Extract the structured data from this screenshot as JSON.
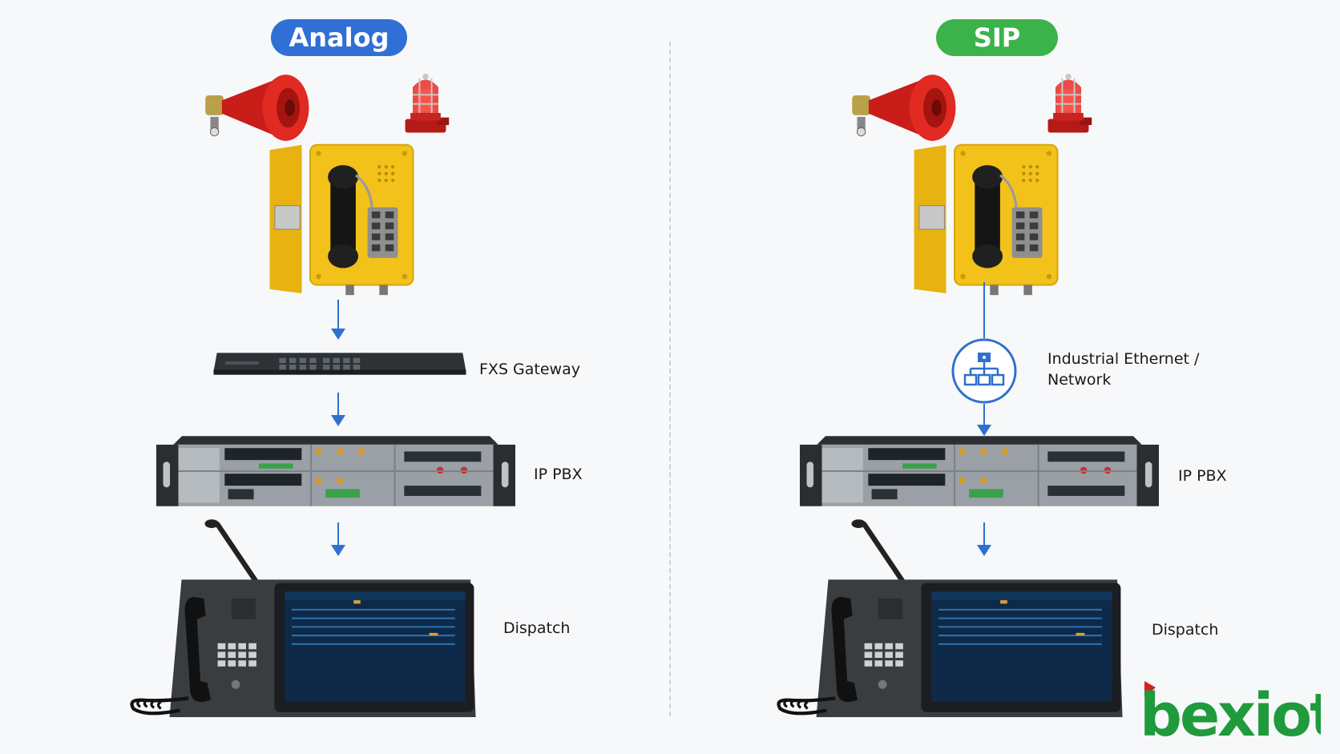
{
  "analog": {
    "title": "Analog",
    "fxs_label": "FXS Gateway",
    "pbx_label": "IP PBX",
    "dispatch_label": "Dispatch"
  },
  "sip": {
    "title": "SIP",
    "network_label_line1": "Industrial Ethernet /",
    "network_label_line2": "Network",
    "pbx_label": "IP PBX",
    "dispatch_label": "Dispatch"
  },
  "brand": {
    "logo_text": "bexiot"
  },
  "colors": {
    "analog_pill": "#2f6fd6",
    "sip_pill": "#3bb34a",
    "arrow": "#2f6fcf",
    "phone_yellow": "#f2c21b",
    "horn_red": "#d9201c",
    "logo_green": "#1f9a3c",
    "logo_red": "#d9201c"
  }
}
